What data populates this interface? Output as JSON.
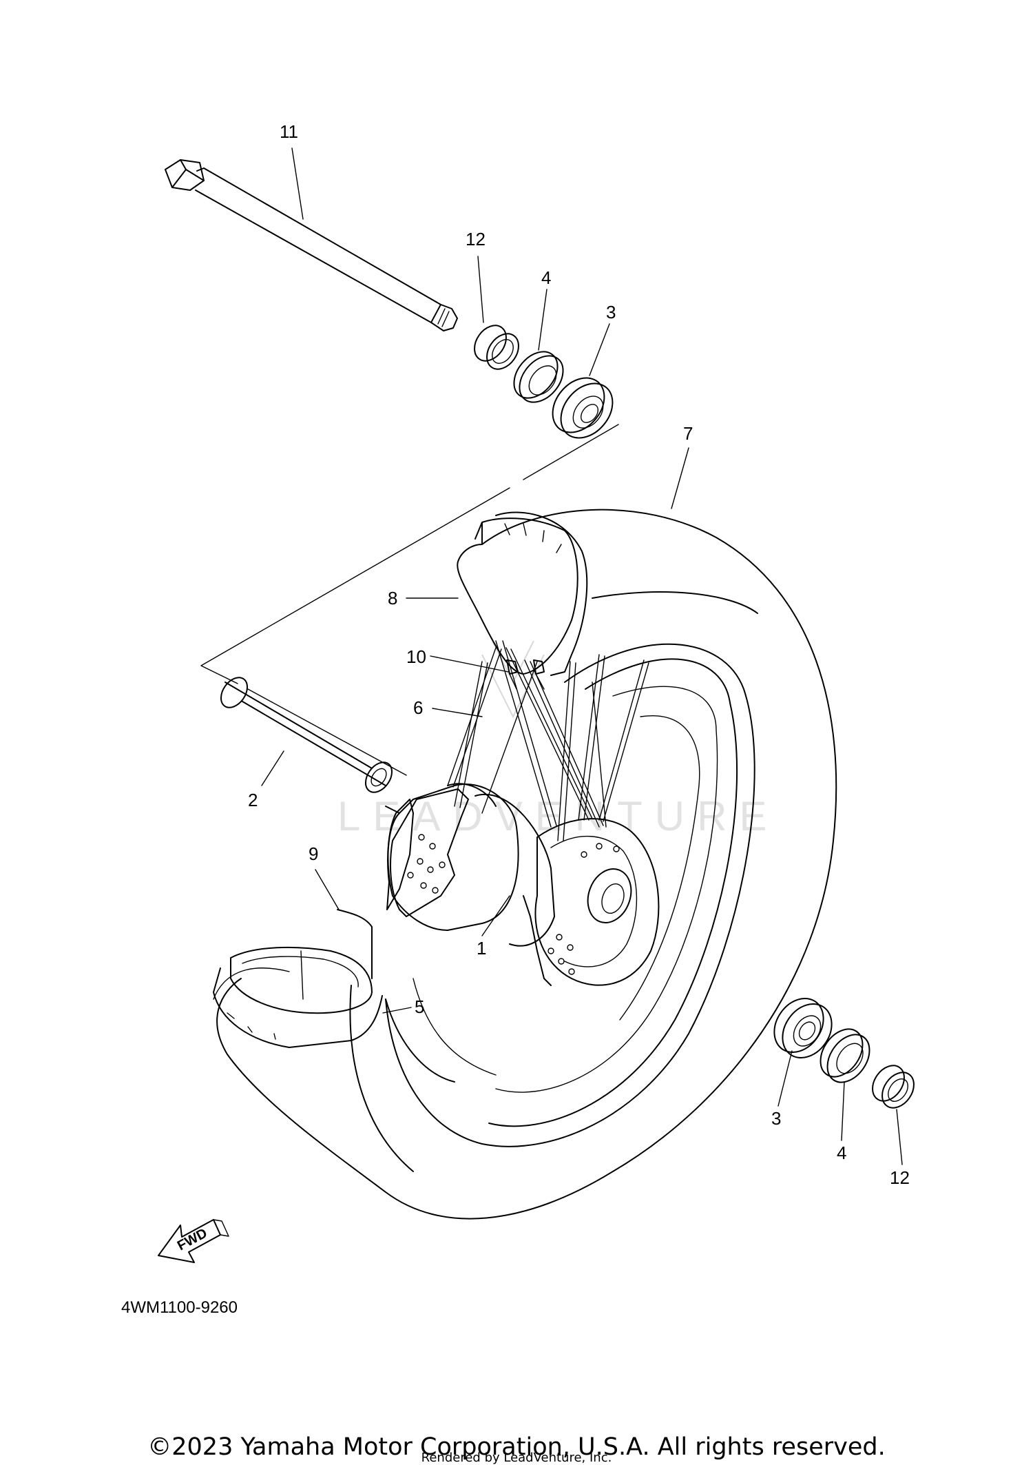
{
  "diagram": {
    "callouts": {
      "axle": "11",
      "collar_top": "12",
      "oil_seal_top": "4",
      "bearing_top": "3",
      "tire": "7",
      "rim_band": "8",
      "valve": "10",
      "spoke": "6",
      "spacer": "2",
      "hub": "1",
      "tube": "9",
      "rim": "5",
      "bearing_bottom": "3",
      "oil_seal_bottom": "4",
      "collar_bottom": "12"
    },
    "fwd_label": "FWD",
    "diagram_code": "4WM1100-9260",
    "watermark": "LEADVENTURE"
  },
  "footer": {
    "copyright": "©2023 Yamaha Motor Corporation, U.S.A. All rights reserved.",
    "rendered_by": "Rendered by LeadVenture, Inc."
  }
}
